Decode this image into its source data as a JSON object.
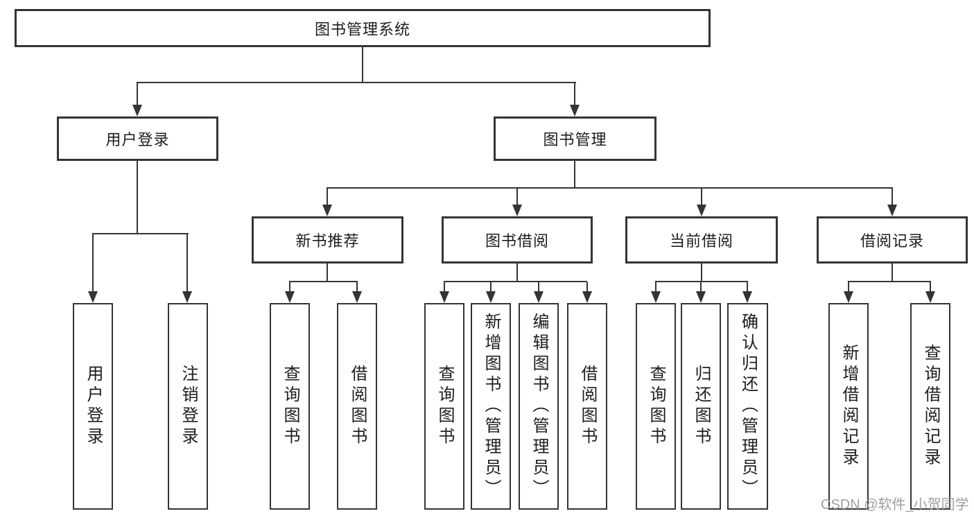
{
  "diagram": {
    "title_note": "functional structure chart",
    "root": {
      "label": "图书管理系统"
    },
    "level1": [
      {
        "label": "用户登录"
      },
      {
        "label": "图书管理"
      }
    ],
    "level2": [
      {
        "label": "新书推荐"
      },
      {
        "label": "图书借阅"
      },
      {
        "label": "当前借阅"
      },
      {
        "label": "借阅记录"
      }
    ],
    "leaves": [
      {
        "label": "用户登录",
        "parent": "用户登录"
      },
      {
        "label": "注销登录",
        "parent": "用户登录"
      },
      {
        "label": "查询图书",
        "parent": "新书推荐"
      },
      {
        "label": "借阅图书",
        "parent": "新书推荐"
      },
      {
        "label": "查询图书",
        "parent": "图书借阅"
      },
      {
        "label": "新增图书（管理员）",
        "parent": "图书借阅"
      },
      {
        "label": "编辑图书（管理员）",
        "parent": "图书借阅"
      },
      {
        "label": "借阅图书",
        "parent": "图书借阅"
      },
      {
        "label": "查询图书",
        "parent": "当前借阅"
      },
      {
        "label": "归还图书",
        "parent": "当前借阅"
      },
      {
        "label": "确认归还（管理员）",
        "parent": "当前借阅"
      },
      {
        "label": "新增借阅记录",
        "parent": "借阅记录"
      },
      {
        "label": "查询借阅记录",
        "parent": "借阅记录"
      }
    ],
    "colors": {
      "line": "#343434",
      "text": "#1d1d1d",
      "box_bg": "#ffffff",
      "watermark": "#9e9e9e"
    }
  },
  "watermark": {
    "text": "CSDN @软件_小贺同学"
  }
}
